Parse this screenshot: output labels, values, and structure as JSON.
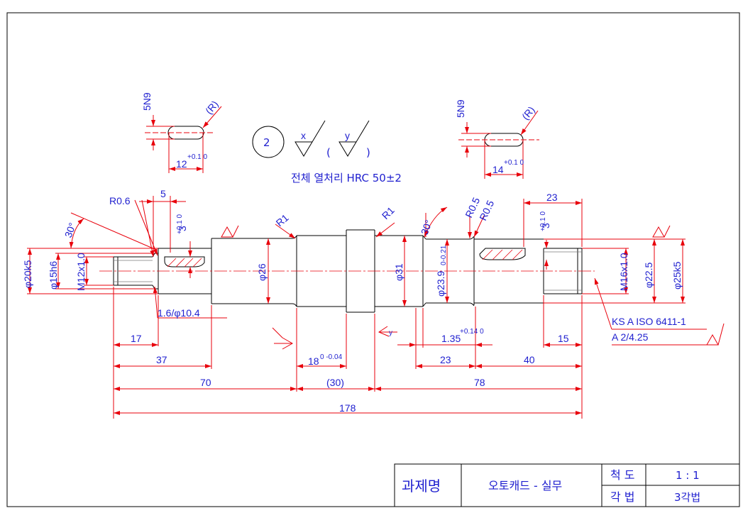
{
  "drawing": {
    "dimensions": {
      "d5": "5",
      "d23top": "23",
      "r06": "R0.6",
      "r1a": "R1",
      "r1b": "R1",
      "r05a": "R0.5",
      "r05b": "R0.5",
      "ang30a": "30°",
      "ang30b": "30°",
      "phi20k5": "φ20k5",
      "phi15h6": "φ15h6",
      "m12": "M12x1.0",
      "phi26": "φ26",
      "phi31": "φ31",
      "phi239": "φ23.9",
      "phi239tol": "0-0.21",
      "m16": "M16x1.0",
      "phi225": "φ22.5",
      "phi25k5": "φ25k5",
      "d3a": "3",
      "d3atol": "+0.1 0",
      "d3b": "3",
      "d3btol": "+0.1 0",
      "chamf": "1.6/φ10.4",
      "d17": "17",
      "d37": "37",
      "d70": "70",
      "d18": "18",
      "d18tol": "0 -0.04",
      "d30": "(30)",
      "d78": "78",
      "d178": "178",
      "d135": "1.35",
      "d135tol": "+0.14 0",
      "d23bot": "23",
      "d40": "40",
      "d15": "15",
      "ks1": "KS  A  ISO  6411-1",
      "ks2": "A  2/4.25"
    },
    "key_left": {
      "n9": "5N9",
      "r": "(R)",
      "w": "12",
      "tol": "+0.1 0"
    },
    "key_right": {
      "n9": "5N9",
      "r": "(R)",
      "w": "14",
      "tol": "+0.1 0"
    },
    "finish": {
      "item_no": "2",
      "x": "x",
      "y": "y",
      "paren_open": "(",
      "paren_close": ")",
      "heat": "전체 열처리 HRC 50±2"
    },
    "sym_y": "y",
    "title_block": {
      "title_label": "과제명",
      "title_value": "오토캐드 - 실무",
      "scale_label": "척 도",
      "scale_value": "1 : 1",
      "method_label": "각 법",
      "method_value": "3각법"
    },
    "colors": {
      "dimension": "#e8000b",
      "text": "#1f1fcf",
      "outline": "#000000"
    }
  }
}
